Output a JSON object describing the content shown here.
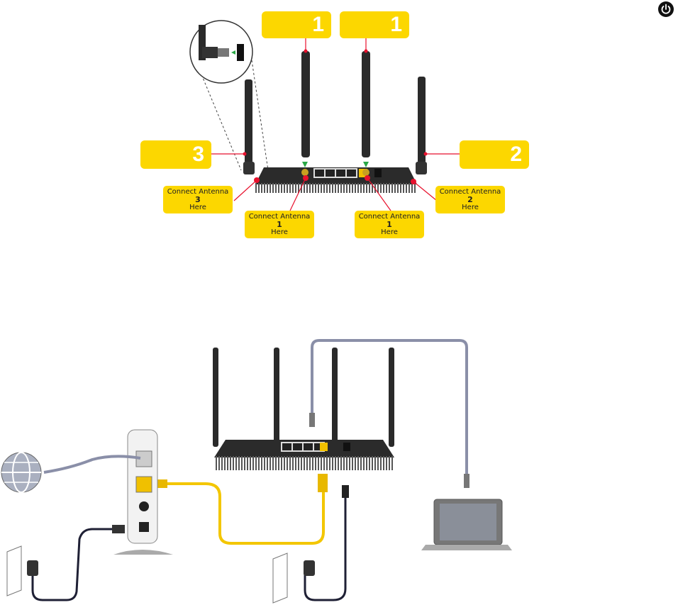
{
  "callouts": {
    "top_left": "1",
    "top_right": "1",
    "left": "3",
    "right": "2"
  },
  "labels": {
    "antenna3": {
      "line1": "Connect Antenna",
      "number": "3",
      "line3": "Here"
    },
    "antenna1_left": {
      "line1": "Connect Antenna",
      "number": "1",
      "line3": "Here"
    },
    "antenna1_right": {
      "line1": "Connect Antenna",
      "number": "1",
      "line3": "Here"
    },
    "antenna2": {
      "line1": "Connect Antenna",
      "number": "2",
      "line3": "Here"
    }
  },
  "colors": {
    "callout_yellow": "#fcd700",
    "marker_red": "#e8112d",
    "ethernet_yellow": "#f3c600",
    "ethernet_gray": "#8a8fa8",
    "router_dark": "#2a2a2a"
  },
  "icons": [
    "power-icon",
    "internet-globe-icon",
    "wall-outlet-icon",
    "power-adapter-icon",
    "laptop-icon",
    "modem-icon",
    "router-icon"
  ]
}
